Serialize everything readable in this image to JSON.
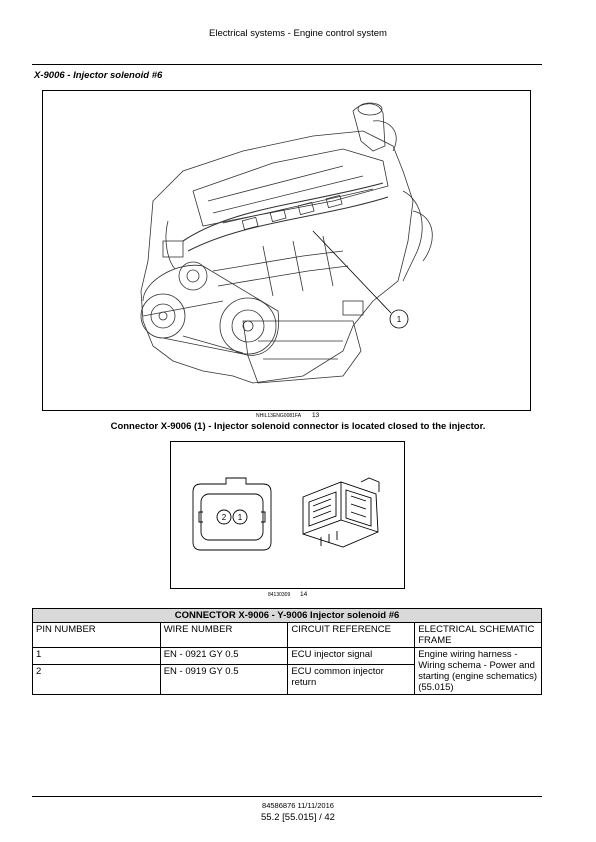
{
  "header": {
    "title": "Electrical systems - Engine control system"
  },
  "section": {
    "title": "X-9006 - Injector solenoid #6"
  },
  "figure1": {
    "code": "NHIL13ENG0081FA",
    "number": "13",
    "callout": "1",
    "caption": "Connector X-9006 (1) - Injector solenoid connector is located closed to the injector."
  },
  "figure2": {
    "code": "84130309",
    "number": "14",
    "pin_labels": [
      "2",
      "1"
    ]
  },
  "table": {
    "title": "CONNECTOR X-9006 - Y-9006 Injector solenoid #6",
    "headers": [
      "PIN NUMBER",
      "WIRE NUMBER",
      "CIRCUIT REFERENCE",
      "ELECTRICAL SCHEMATIC FRAME"
    ],
    "rows": [
      {
        "pin": "1",
        "wire": "EN - 0921 GY 0.5",
        "circuit": "ECU injector signal"
      },
      {
        "pin": "2",
        "wire": "EN - 0919 GY 0.5",
        "circuit": "ECU common injector return"
      }
    ],
    "frame": "Engine wiring harness - Wiring schema - Power and starting (engine schematics) (55.015)"
  },
  "footer": {
    "doc": "84586876 11/11/2016",
    "page": "55.2 [55.015] / 42"
  }
}
